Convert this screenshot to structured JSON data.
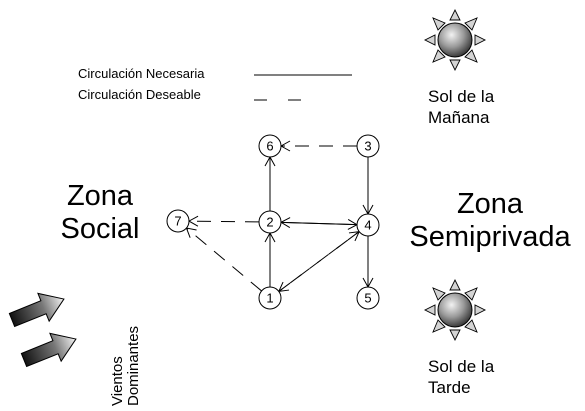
{
  "legend": {
    "necessary": "Circulación Necesaria",
    "desirable": "Circulación Deseable"
  },
  "zones": {
    "social": [
      "Zona",
      "Social"
    ],
    "semiprivate": [
      "Zona",
      "Semiprivada"
    ]
  },
  "suns": {
    "morning": [
      "Sol de la",
      "Mañana"
    ],
    "afternoon": [
      "Sol de la",
      "Tarde"
    ]
  },
  "winds": [
    "Vientos",
    "Dominantes"
  ],
  "nodes": [
    "1",
    "2",
    "3",
    "4",
    "5",
    "6",
    "7"
  ],
  "connections": [
    {
      "from": "3",
      "to": "6",
      "style": "dashed"
    },
    {
      "from": "3",
      "to": "4",
      "style": "solid"
    },
    {
      "from": "2",
      "to": "6",
      "style": "solid"
    },
    {
      "from": "2",
      "to": "7",
      "style": "dashed"
    },
    {
      "from": "2",
      "to": "4",
      "style": "solid"
    },
    {
      "from": "4",
      "to": "2",
      "style": "solid"
    },
    {
      "from": "1",
      "to": "2",
      "style": "solid"
    },
    {
      "from": "1",
      "to": "7",
      "style": "dashed"
    },
    {
      "from": "1",
      "to": "4",
      "style": "dashed"
    },
    {
      "from": "4",
      "to": "1",
      "style": "dashed"
    },
    {
      "from": "4",
      "to": "5",
      "style": "solid"
    }
  ]
}
